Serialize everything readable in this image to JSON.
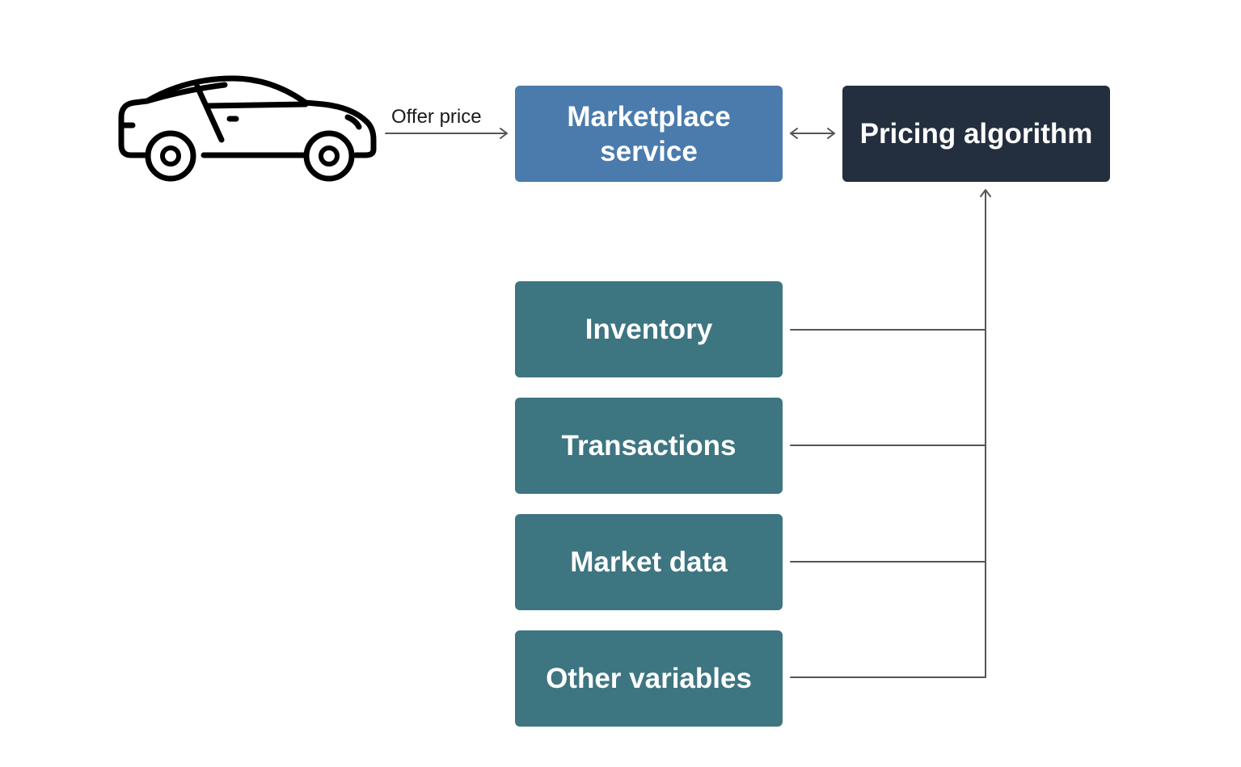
{
  "diagram": {
    "vehicle_icon": "car-icon",
    "edge_label": "Offer price",
    "marketplace_label": "Marketplace service",
    "pricing_label": "Pricing algorithm",
    "sources": [
      {
        "label": "Inventory"
      },
      {
        "label": "Transactions"
      },
      {
        "label": "Market data"
      },
      {
        "label": "Other variables"
      }
    ]
  },
  "colors": {
    "marketplace": "#4a7bac",
    "pricing": "#232f3e",
    "sources": "#3d7581",
    "connector": "#555555"
  }
}
